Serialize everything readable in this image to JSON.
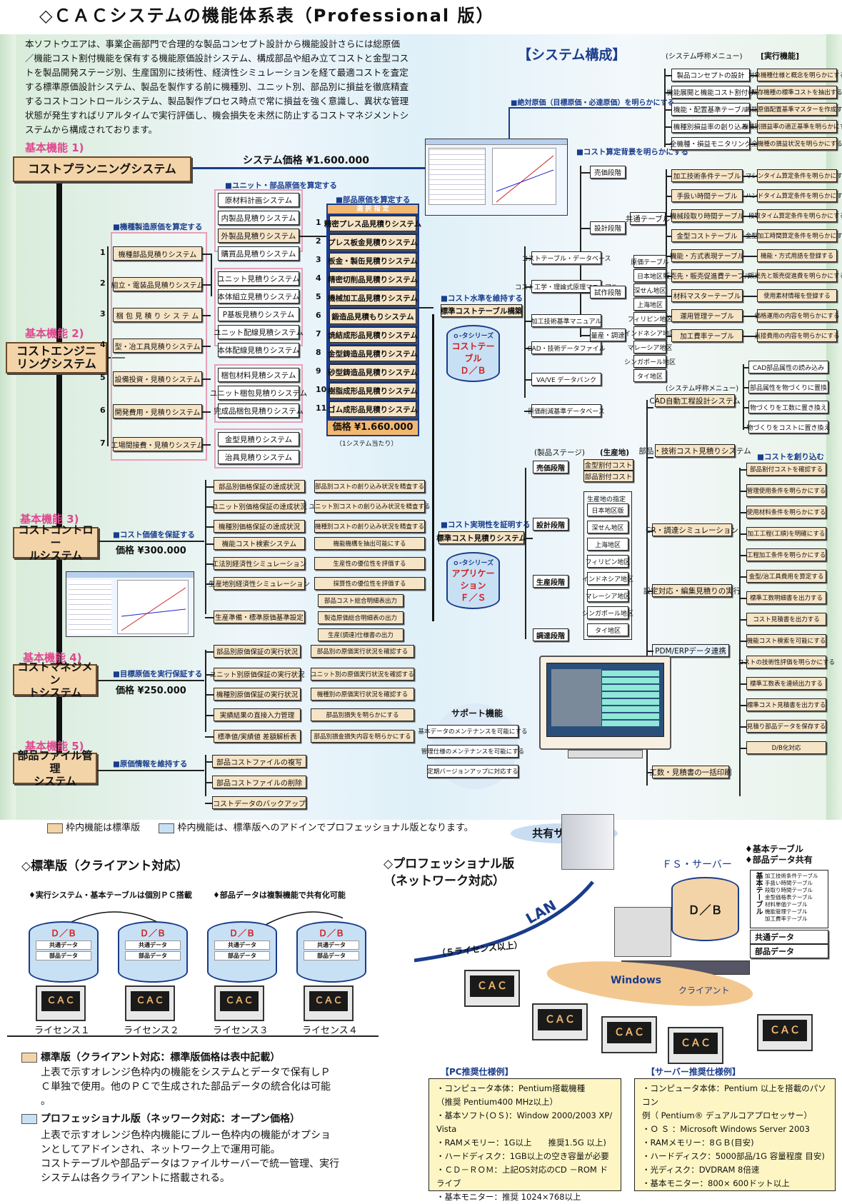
{
  "title": "◇ＣＡＣシステムの機能体系表（Professional 版）",
  "intro": "本ソフトウエアは、事業企画部門で合理的な製品コンセプト設計から機能設計さらには総原価\n／機能コスト割付機能を保有する機能原価設計システム、構成部品や組み立てコストと金型コス\nトを製品開発ステージ別、生産国別に技術性、経済性シミュレーションを経て最適コストを査定\nする標準原価設計システム、製品を製作する前に機種別、ユニット別、部品別に損益を徹底精査\nするコストコントロールシステム、製品製作プロセス時点で常に損益を強く意識し、異状な管理\n状態が発生すればリアルタイムで実行評価し、機会損失を未然に防止するコストマネジメントシ\nステムから構成されております。",
  "system_config": "【システム構成】",
  "menu_header": "(システム呼称メニュー)",
  "exec_header": "[実行機能]",
  "basic1": {
    "label": "基本機能 1)",
    "name": "コストプランニングシステム",
    "price": "システム価格 ¥1.600.000"
  },
  "basic2": {
    "label": "基本機能 2)",
    "name": "コストエンジニ\nリングシステム"
  },
  "basic3": {
    "label": "基本機能 3)",
    "name": "コストコントロー\nルシステム",
    "note": "■コスト価値を保証する",
    "price": "価格 ¥300.000"
  },
  "basic4": {
    "label": "基本機能 4)",
    "name": "コストマネジメン\nトシステム",
    "note": "■目標原価を実行保証する",
    "price": "価格 ¥250.000"
  },
  "basic5": {
    "label": "基本機能 5)",
    "name": "部品ファイル管理\nシステム",
    "note": "■原価情報を維持する"
  },
  "planning_arrow": "■絶対原価（目標原価・必達原価）を明らかにする",
  "planning_menu": [
    "製品コンセプトの設計",
    "機能展開と機能コスト割付け",
    "機能・配置基準テーブル",
    "機種別損益率の創り込み",
    "全機種・損益モニタリング"
  ],
  "planning_exec": [
    "対象機種仕様と概念を明らかにする",
    "既存機種の標準コストを抽出する",
    "機能原価配置基準マスターを作成する",
    "機種別損益率の適正基準を明らかにする",
    "全機種の損益状況を明らかにする"
  ],
  "unit_note": "■ユニット・部品原価を算定する",
  "model_note": "■機種製造原価を算定する",
  "part_note": "■部品原価を算定する",
  "left_list": [
    {
      "n": "1",
      "t": "機種部品見積りシステム"
    },
    {
      "n": "2",
      "t": "組立・電装品見積りシステム"
    },
    {
      "n": "3",
      "t": "梱 包 見 積 り シ ス テ ム"
    },
    {
      "n": "4",
      "t": "型・冶工具見積りシステム"
    },
    {
      "n": "5",
      "t": "設備投資・見積りシステム"
    },
    {
      "n": "6",
      "t": "開発費用・見積りシステム"
    },
    {
      "n": "7",
      "t": "工場間接費・見積りシステム"
    }
  ],
  "mid_list": [
    "原材料計画システム",
    "内製品見積りシステム",
    "外製品見積りシステム",
    "購買品見積りシステム",
    "ユニット見積りシステム",
    "本体組立見積りシステム",
    "P基板見積りシステム",
    "ユニット配線見積システム",
    "本体配線見積りシステム",
    "梱包材料見積システム",
    "ユニット梱包見積りシステム",
    "完成品梱包見積りシステム",
    "金型見積りシステム",
    "治具見積りシステム"
  ],
  "select_header": "選 択 指 定",
  "right_list": [
    {
      "n": "1",
      "t": "精密プレス品見積りシステム"
    },
    {
      "n": "2",
      "t": "プレス板金見積りシステム"
    },
    {
      "n": "3",
      "t": "板金・製缶見積りシステム"
    },
    {
      "n": "4",
      "t": "精密切削品見積りシステム"
    },
    {
      "n": "5",
      "t": "機械加工品見積りシステム"
    },
    {
      "n": "6",
      "t": "鍛造品見積もりシステム"
    },
    {
      "n": "7",
      "t": "焼結成形品見積りシステム"
    },
    {
      "n": "8",
      "t": "金型鋳造品見積りシステム"
    },
    {
      "n": "9",
      "t": "砂型鋳造品見積りシステム"
    },
    {
      "n": "10",
      "t": "樹脂成形品見積りシステム"
    },
    {
      "n": "11",
      "t": "ゴム成形品見積りシステム"
    }
  ],
  "right_price": "価格 ¥1.660.000",
  "right_price_note": "（1システム当たり）",
  "cost_level_note": "■コスト水準を維持する",
  "std_cost_table": "標準コストテーブル構築",
  "db1": {
    "title": "ｏ-タシリーズ",
    "main": "コストテーブル\nＤ／Ｂ"
  },
  "table_items": [
    "コストテーブル・データベース",
    "コスト工学・理論式原理マニュアル",
    "加工技術基準マニュアル",
    "CAD・技術データファイル",
    "VA/VE データバンク",
    "原価削減基準データベース"
  ],
  "cost_basis_note": "■コスト算定背景を明らかにする",
  "stage_a": [
    "売価段階",
    "設計段階",
    "試作段階",
    "量産・調達"
  ],
  "common_table": "共通テーブル",
  "regions_a": [
    "原価テーブル",
    "日本地区",
    "深せん地区",
    "上海地区",
    "フィリピン地区",
    "インドネシア地区",
    "マレーシア地区",
    "シンガポール地区",
    "タイ地区"
  ],
  "tables_b": [
    "加工技術条件テーブル",
    "手扱い時間テーブル",
    "機械段取り時間テーブル",
    "金型コストテーブル",
    "機能・方式表現テーブル",
    "販売先・販売促進費テーブル",
    "材料マスターテーブル",
    "運用管理テーブル",
    "加工費率テーブル"
  ],
  "tables_b_exec": [
    "マシンタイム算定条件を明らかにする",
    "ハンドタイム算定条件を明らかにする",
    "段取タイム算定条件を明らかにする",
    "金型加工時間算定条件を明らかにする",
    "機能・方式用語を登録する",
    "販売先と販売促進費を明らかにする",
    "使用素材情報を登録する",
    "価格運用の内容を明らかにする",
    "直接費用の内容を明らかにする"
  ],
  "control_list": [
    "部品別価格保証の達成状況",
    "ユニット別価格保証の達成状況",
    "機種別価格保証の達成状況",
    "機能コスト検索システム",
    "工法別経済性シミュレーション",
    "生産地別経済性シミュレーション",
    "生産準備・標準原価基準設定"
  ],
  "control_exec": [
    "部品別コストの創り込み状況を精査する",
    "ユニット別コストの創り込み状況を精査する",
    "機種別コストの創り込み状況を精査する",
    "機能機構を抽出可能にする",
    "生産性の優位性を評価する",
    "採算性の優位性を評価する",
    "部品コスト総合明細表出力",
    "製造原価総合明細表の出力",
    "生産(調達)仕様書の出力"
  ],
  "mgmt_list": [
    "部品別原価保証の実行状況",
    "ユニット別原価保証の実行状況",
    "機種別原価保証の実行状況",
    "実績結果の直接入力管理",
    "標準値/実績値 差額解析表"
  ],
  "mgmt_exec": [
    "部品別の原価実行状況を確認する",
    "ユニット別の原価実行状況を確認する",
    "機種別の原価実行状況を確認する",
    "部品別損失を明らかにする",
    "部品別損金損失内容を明らかにする"
  ],
  "file_list": [
    "部品コストファイルの複写",
    "部品コストファイルの削除",
    "コストデータのバックアップ"
  ],
  "prove_note": "■コスト実現性を証明する",
  "std_estimate": "標準コスト見積りシステム",
  "db2": {
    "title": "ｏ-タシリーズ",
    "main": "アプリケーション\nＦ／Ｓ"
  },
  "support_title": "サポート機能",
  "support_list": [
    "基本データのメンテナンスを可能にする",
    "管理仕様のメンテナンスを可能にする",
    "定期バージョンアップに対応する"
  ],
  "product_stage_hdr": "(製品ステージ)",
  "production_hdr": "(生産地)",
  "stages_b": [
    "売価段階",
    "設計段階",
    "生産段階",
    "調達段階"
  ],
  "mold_boxes": [
    "金型割付コスト",
    "部品割付コスト"
  ],
  "region_b_hdr": "生産地の指定",
  "regions_b": [
    "日本地区版",
    "深せん地区",
    "上海地区",
    "フィリピン地区",
    "インドネシア地区",
    "マレーシア地区",
    "シンガポール地区",
    "タイ地区"
  ],
  "menu_header2": "(システム呼称メニュー)",
  "cad_sys": "CAD自動工程設計システム",
  "cad_exec": [
    "CAD部品属性の読み込み",
    "部品属性を物づくりに置換",
    "物づくりを工数に置き換え",
    "物づくりをコストに置き換え"
  ],
  "eng_sys": "部品・技術コスト見積りシステム",
  "create_note": "■コストを創り込む",
  "cr_sim": "CR・調達シミュレーション",
  "setting_sys": "設定対応・編集見積りの実行",
  "pdm": "PDM/ERPデータ連携",
  "work_sys": "工数・見積書の一括印刷",
  "eng_exec": [
    "部品割付コストを確認する",
    "管理使用条件を明らかにする",
    "使用材料条件を明らかにする",
    "加工工程(工順)を明確にする",
    "工程加工条件を明らかにする",
    "金型/治工具費用を算定する",
    "標準工数明細書を出力する",
    "コスト見積書を出力する",
    "機能コスト検索を可能にする",
    "コストの技術性評価を明らかにする",
    "標準工数表を連続出力する",
    "標準コスト見積書を出力する",
    "見積り部品データを保存する",
    "D/B化対応"
  ],
  "legend1": "枠内機能は標準版",
  "legend2": "枠内機能は、標準版へのアドインでプロフェッショナル版となります。",
  "std_title": "◇標準版（クライアント対応）",
  "std_note1": "♦実行システム・基本テーブルは個別ＰＣ搭載",
  "std_note2": "♦部品データは複製機能で共有化可能",
  "db_small": "Ｄ／Ｂ",
  "db_small_rows": [
    "共通データ",
    "部品データ"
  ],
  "cac": "ＣＡＣ",
  "licenses": [
    "ライセンス１",
    "ライセンス２",
    "ライセンス３",
    "ライセンス４"
  ],
  "pro_title": "◇プロフェッショナル版\n（ネットワーク対応）",
  "shared_server": "共有サーバー",
  "fs_server": "ＦＳ・サーバー",
  "basic_table_share": "♦基本テーブル\n♦部品データ共有",
  "fs_db": "Ｄ／Ｂ",
  "fs_table_label": "基本テーブル",
  "fs_tables": [
    "加工技術条件テーブル",
    "手扱い時間テーブル",
    "段取り時間テーブル",
    "金型価格表テーブル",
    "材料単価テーブル",
    "機能管理テーブル",
    "加工費率テーブル"
  ],
  "fs_rows": [
    "共通データ",
    "部品データ"
  ],
  "lan": "LAN",
  "license5": "（５ライセンス以上）",
  "windows": "Windows",
  "client": "クライアント",
  "std_desc_title": "標準版（クライアント対応：標準版価格は表中記載）",
  "std_desc": "上表で示すオレンジ色枠内の機能をシステムとデータで保有しＰ\nＣ単独で使用。他のＰＣで生成された部品データの統合化は可能\n。",
  "pro_desc_title": "プロフェッショナル版（ネッワーク対応：オープン価格）",
  "pro_desc": "上表で示すオレンジ色枠内機能にブルー色枠内の機能がオプショ\nンとしてアドインされ、ネットワーク上で運用可能。\nコストテーブルや部品データはファイルサーバーで統一管理、実行\nシステムは各クライアントに搭載される。",
  "pc_spec_title": "【PC推奨仕様例】",
  "pc_spec": "・コンピュータ本体：Pentium搭載機種\n（推奨 Pentium400 MHz以上）\n・基本ソフト(ＯＳ)：Window 2000/2003 XP/ Vista\n・RAMメモリー：1G以上　　推奨1.5G 以上)\n・ハードディスク：1GB以上の空き容量が必要\n・ＣＤ－ＲＯＭ：上記OS対応のCD －ROM ドライブ\n・基本モニター：推奨 1024×768以上",
  "server_spec_title": "【サーバー推奨仕様例】",
  "server_spec": "・コンピュータ本体：Pentium 以上を搭載のパソコン\n例（ Pentium® デュアルコアプロセッサー）\n・Ｏ Ｓ ：Microsoft Windows Server 2003\n・RAMメモリー：8ＧＢ(目安)\n・ハードディスク：5000部品/1G 容量程度 目安)\n・光ディスク：DVDRAM 8倍速\n・基本モニター：800× 600ドット以上",
  "colors": {
    "orange": "#f3d4a8",
    "blue": "#c8e0f4",
    "pink": "#e0488e",
    "navy": "#1a3c8c"
  }
}
